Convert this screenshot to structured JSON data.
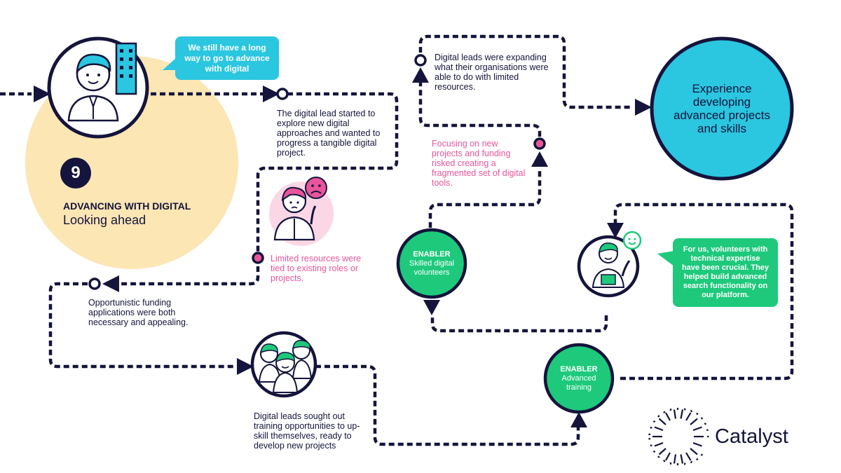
{
  "header_bubble": "We still have a long way to go to advance with digital",
  "chapter": {
    "number": "9",
    "title": "ADVANCING WITH DIGITAL",
    "subtitle": "Looking ahead"
  },
  "steps": {
    "explore": "The digital lead started to explore new digital approaches and wanted to progress a tangible digital project.",
    "limited": "Limited resources were tied to existing roles or projects.",
    "funding": "Opportunistic funding applications were both necessary and appealing.",
    "training": "Digital leads sought out training opportunities to up-skill themselves, ready to develop new projects",
    "fragmented": "Focusing on new projects and funding risked creating a fragmented set of digital tools.",
    "expanding": "Digital leads were expanding what their organisations were able to do with limited resources."
  },
  "enablers": {
    "volunteers": {
      "label": "ENABLER",
      "name": "Skilled digital volunteers"
    },
    "training": {
      "label": "ENABLER",
      "name": "Advanced training"
    }
  },
  "quote": "For us, volunteers with technical expertise have been crucial. They helped build advanced search functionality on our platform.",
  "outcome": "Experience developing advanced projects and skills",
  "brand": "Catalyst",
  "colors": {
    "navy": "#14143c",
    "teal": "#2bc6e0",
    "green": "#1ec97c",
    "pink": "#e8559a",
    "yellow": "#fce6b4"
  }
}
